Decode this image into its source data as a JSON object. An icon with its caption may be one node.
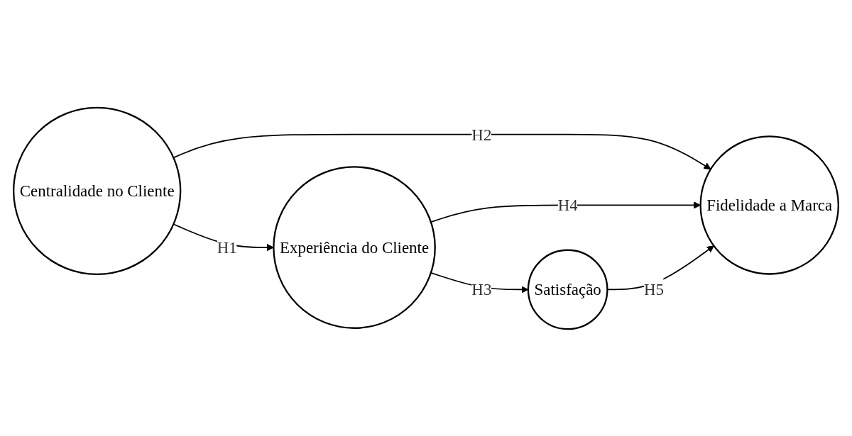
{
  "diagram": {
    "nodes": [
      {
        "text": [
          "Centralidade no Cliente"
        ]
      },
      {
        "text": [
          "Experiência do Cliente"
        ]
      },
      {
        "text": [
          "Satisfação"
        ]
      },
      {
        "text": [
          "Fidelidade a Marca"
        ]
      }
    ],
    "edges": [
      {
        "from": 0,
        "to": 1,
        "arrow": "to",
        "label": "H1"
      },
      {
        "from": 1,
        "to": 2,
        "arrow": "to",
        "label": "H3"
      },
      {
        "from": 0,
        "to": 3,
        "arrow": "to",
        "label": "H2"
      },
      {
        "from": 1,
        "to": 3,
        "arrow": "to",
        "label": "H4"
      },
      {
        "from": 2,
        "to": 3,
        "arrow": "to",
        "label": "H5"
      }
    ]
  }
}
